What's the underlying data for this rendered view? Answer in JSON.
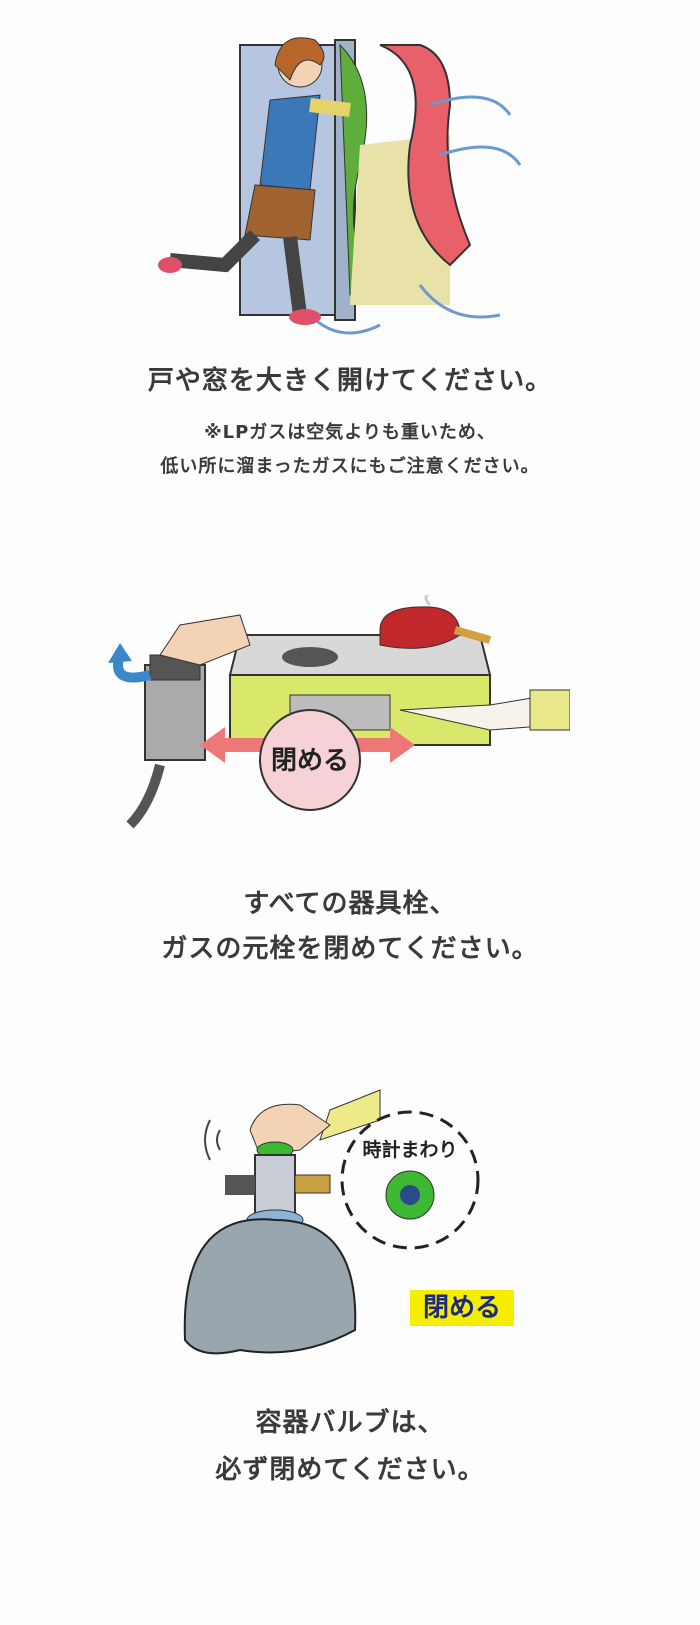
{
  "step1": {
    "title": "戸や窓を大きく開けてください。",
    "note_line1": "※LPガスは空気よりも重いため、",
    "note_line2": "低い所に溜まったガスにもご注意ください。"
  },
  "step2": {
    "illustration_label": "閉める",
    "line1": "すべての器具栓、",
    "line2": "ガスの元栓を閉めてください。"
  },
  "step3": {
    "clockwise_label": "時計まわり",
    "close_label": "閉める",
    "line1": "容器バルブは、",
    "line2": "必ず閉めてください。"
  },
  "colors": {
    "highlight": "#f5ee00",
    "label_text": "#1b2a80",
    "curtain": "#e8606a",
    "stove": "#d9e86a",
    "valve": "#3cb832"
  }
}
